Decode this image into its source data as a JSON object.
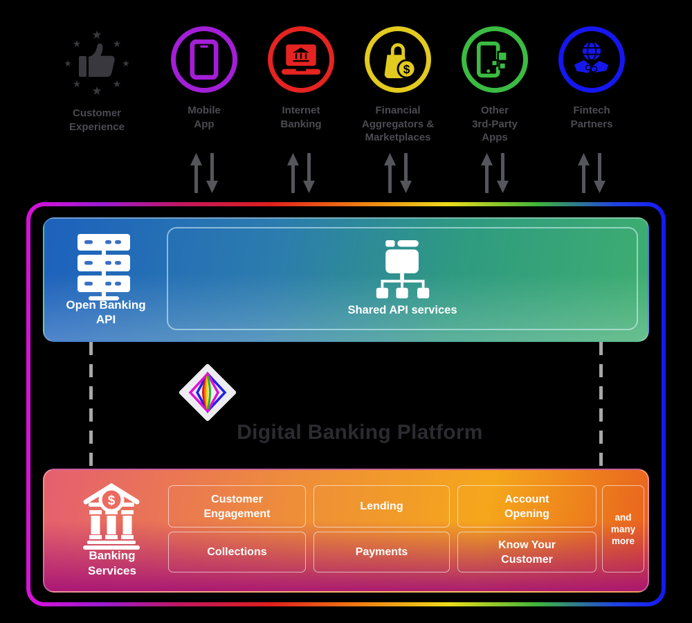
{
  "top_row": {
    "customer_experience": {
      "label": "Customer\nExperience"
    },
    "channels": [
      {
        "id": "mobile-app",
        "label": "Mobile\nApp",
        "color": "#a31fd7"
      },
      {
        "id": "internet-banking",
        "label": "Internet\nBanking",
        "color": "#e52421"
      },
      {
        "id": "financial-aggregators",
        "label": "Financial\nAggregators &\nMarketplaces",
        "color": "#e2ca1f"
      },
      {
        "id": "other-3rd-party-apps",
        "label": "Other\n3rd-Party\nApps",
        "color": "#3bbb42"
      },
      {
        "id": "fintech-partners",
        "label": "Fintech\nPartners",
        "color": "#1517ee"
      }
    ]
  },
  "platform": {
    "title": "Digital Banking Platform",
    "open_banking_api": {
      "label": "Open Banking\nAPI"
    },
    "shared_api": {
      "label": "Shared API services"
    },
    "banking_services": {
      "label": "Banking\nServices",
      "services": [
        "Customer\nEngagement",
        "Lending",
        "Account\nOpening",
        "Collections",
        "Payments",
        "Know Your\nCustomer"
      ],
      "more": "and\nmany\nmore"
    }
  },
  "colors": {
    "background": "#000000",
    "label_text": "#4b4b52",
    "title_text": "#2b2b31",
    "arrow": "#55565b",
    "customer_experience_icon": "#38383e",
    "dashed_line": "#a8a8a8",
    "api_bar_gradient": [
      "#1d61bd",
      "#2f9b80",
      "#3fae70"
    ],
    "services_bar_gradient": [
      "#e55f70",
      "#f5a71b",
      "#a51176",
      "#d52a22"
    ],
    "rainbow_border": [
      "#d812d8",
      "#9c1bd0",
      "#e01e1c",
      "#ef7c12",
      "#eddc1a",
      "#3eb43a",
      "#1418f2"
    ]
  }
}
